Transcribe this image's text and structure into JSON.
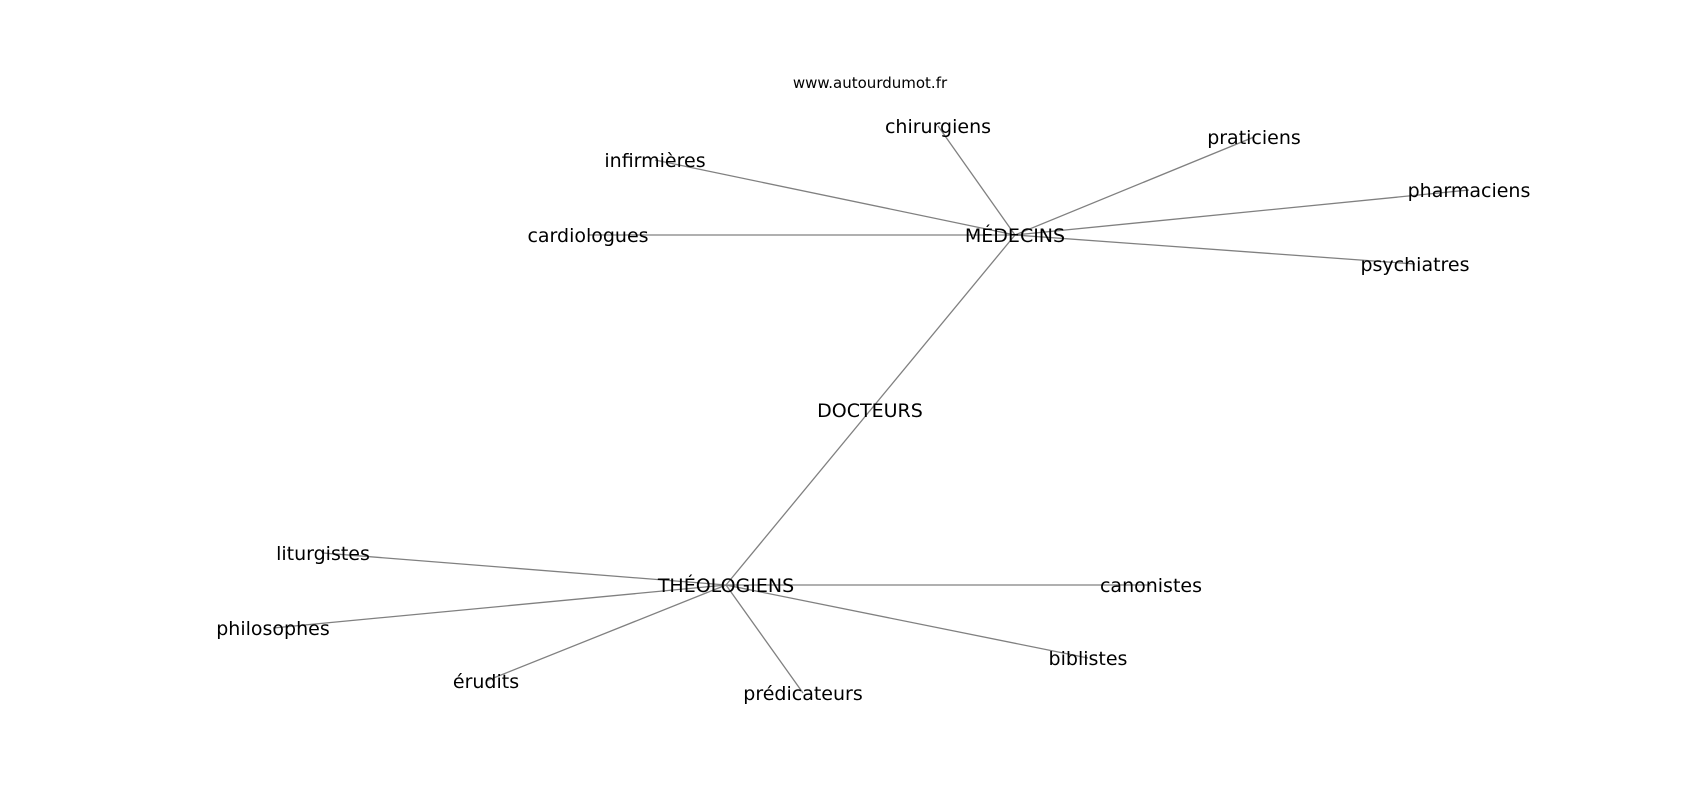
{
  "watermark": "www.autourdumot.fr",
  "graph": {
    "center": "DOCTEURS",
    "hubs": [
      "MÉDECINS",
      "THÉOLOGIENS"
    ],
    "nodes": [
      {
        "id": "docteurs",
        "label": "DOCTEURS"
      },
      {
        "id": "medecins",
        "label": "MÉDECINS"
      },
      {
        "id": "theologiens",
        "label": "THÉOLOGIENS"
      },
      {
        "id": "chirurgiens",
        "label": "chirurgiens"
      },
      {
        "id": "praticiens",
        "label": "praticiens"
      },
      {
        "id": "infirmieres",
        "label": "infirmières"
      },
      {
        "id": "pharmaciens",
        "label": "pharmaciens"
      },
      {
        "id": "cardiologues",
        "label": "cardiologues"
      },
      {
        "id": "psychiatres",
        "label": "psychiatres"
      },
      {
        "id": "liturgistes",
        "label": "liturgistes"
      },
      {
        "id": "canonistes",
        "label": "canonistes"
      },
      {
        "id": "philosophes",
        "label": "philosophes"
      },
      {
        "id": "biblistes",
        "label": "biblistes"
      },
      {
        "id": "erudits",
        "label": "érudits"
      },
      {
        "id": "predicateurs",
        "label": "prédicateurs"
      }
    ],
    "edges": [
      [
        "medecins",
        "theologiens"
      ],
      [
        "medecins",
        "chirurgiens"
      ],
      [
        "medecins",
        "praticiens"
      ],
      [
        "medecins",
        "infirmieres"
      ],
      [
        "medecins",
        "pharmaciens"
      ],
      [
        "medecins",
        "cardiologues"
      ],
      [
        "medecins",
        "psychiatres"
      ],
      [
        "theologiens",
        "liturgistes"
      ],
      [
        "theologiens",
        "canonistes"
      ],
      [
        "theologiens",
        "philosophes"
      ],
      [
        "theologiens",
        "biblistes"
      ],
      [
        "theologiens",
        "erudits"
      ],
      [
        "theologiens",
        "predicateurs"
      ]
    ]
  }
}
